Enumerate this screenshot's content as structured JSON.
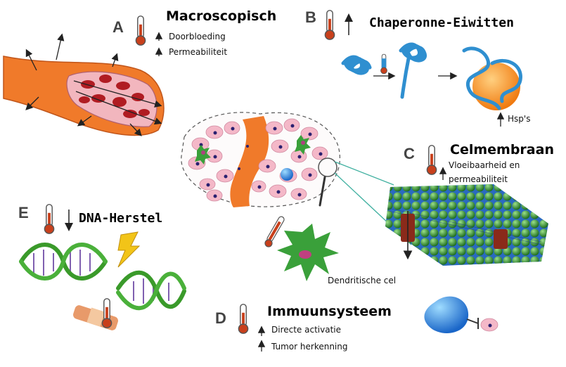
{
  "panels": {
    "a": {
      "letter": "A",
      "title": "Macroscopisch",
      "line1": "Doorbloeding",
      "line2": "Permeabiliteit"
    },
    "b": {
      "letter": "B",
      "title": "Chaperonne-Eiwitten",
      "note": "Hsp's"
    },
    "c": {
      "letter": "C",
      "title": "Celmembraan",
      "line1": "Vloeibaarheid en",
      "line2": "permeabiliteit"
    },
    "d": {
      "letter": "D",
      "title": "Immuunsysteem",
      "line1": "Directe activatie",
      "line2": "Tumor herkenning"
    },
    "e": {
      "letter": "E",
      "title": "DNA-Herstel"
    }
  },
  "dendritic_label": "Dendritische cel",
  "icons": {
    "thermometer": "thermometer-icon",
    "arrow_up": "arrow-up-icon",
    "arrow_down": "arrow-down-icon",
    "lightning": "lightning-icon",
    "bandage": "bandage-icon",
    "magnifier": "magnifier-icon"
  },
  "colors": {
    "vessel": "#f07a2a",
    "vessel_inner": "#f2b6be",
    "blood_cell": "#b01c22",
    "protein": "#2f8fd0",
    "hsp_ball": "#f58a1c",
    "membrane": "#2c8a2c",
    "dendritic": "#3aa03a",
    "tissue_cell": "#f4b8c8",
    "nucleus": "#2a2070",
    "thermometer": "#c8401c"
  }
}
